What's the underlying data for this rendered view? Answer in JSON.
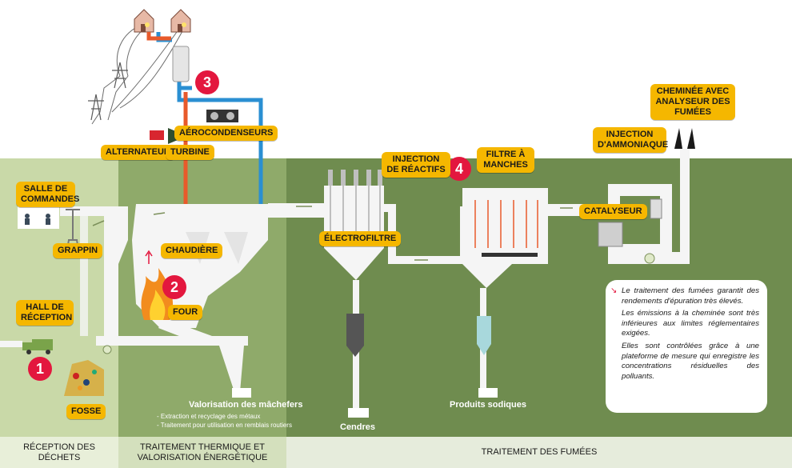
{
  "colors": {
    "zone_reception": "#c9d9a8",
    "zone_thermal": "#8faa6a",
    "zone_fumes": "#6f8c4f",
    "steam_pipe": "#e85a2b",
    "water_pipe": "#2a8fd2",
    "label_bg": "#f5b700",
    "step_badge": "#e3173e"
  },
  "steps": {
    "s1": "1",
    "s2": "2",
    "s3": "3",
    "s4": "4"
  },
  "labels": {
    "salle_commandes": "SALLE DE COMMANDES",
    "grappin": "GRAPPIN",
    "hall_reception": "HALL DE RÉCEPTION",
    "fosse": "FOSSE",
    "four": "FOUR",
    "chaudiere": "CHAUDIÈRE",
    "alternateur": "ALTERNATEUR",
    "turbine": "TURBINE",
    "aerocondenseurs": "AÉROCONDENSEURS",
    "electrofiltre": "ÉLECTROFILTRE",
    "injection_reactifs": "INJECTION DE RÉACTIFS",
    "filtre_manches": "FILTRE À MANCHES",
    "injection_ammoniaque": "INJECTION D'AMMONIAQUE",
    "catalyseur": "CATALYSEUR",
    "cheminee": "CHEMINÉE AVEC ANALYSEUR DES FUMÉES"
  },
  "outputs": {
    "machefers_title": "Valorisation des mâchefers",
    "machefers_line1": "- Extraction et recyclage des métaux",
    "machefers_line2": "- Traitement pour utilisation en remblais routiers",
    "cendres": "Cendres",
    "produits_sodiques": "Produits sodiques"
  },
  "infobox": {
    "p1": "Le traitement des fumées garantit des rendements d'épuration très élevés.",
    "p2": "Les émissions à la cheminée sont très inférieures aux limites réglementaires exigées.",
    "p3": "Elles sont contrôlées grâce à une plateforme de mesure qui enregistre les concentrations résiduelles des polluants."
  },
  "bands": {
    "reception": "RÉCEPTION DES DÉCHETS",
    "thermal": "TRAITEMENT THERMIQUE ET VALORISATION ÉNERGÉTIQUE",
    "fumes": "TRAITEMENT DES FUMÉES"
  }
}
